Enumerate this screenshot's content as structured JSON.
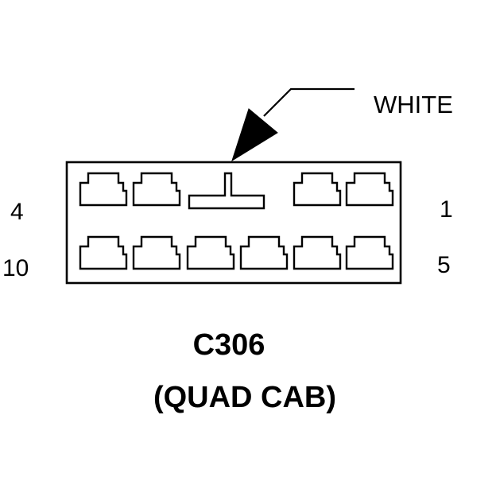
{
  "connector": {
    "id": "C306",
    "variant": "(QUAD CAB)",
    "callout_color": "WHITE",
    "pin_labels": {
      "top_left": "4",
      "top_right": "1",
      "bottom_left": "10",
      "bottom_right": "5"
    },
    "rows": [
      {
        "cavities": [
          "pin",
          "pin",
          "blank",
          "pin",
          "pin"
        ]
      },
      {
        "cavities": [
          "pin",
          "pin",
          "pin",
          "pin",
          "pin",
          "pin"
        ]
      }
    ],
    "colors": {
      "line": "#000000",
      "background": "#ffffff"
    }
  }
}
